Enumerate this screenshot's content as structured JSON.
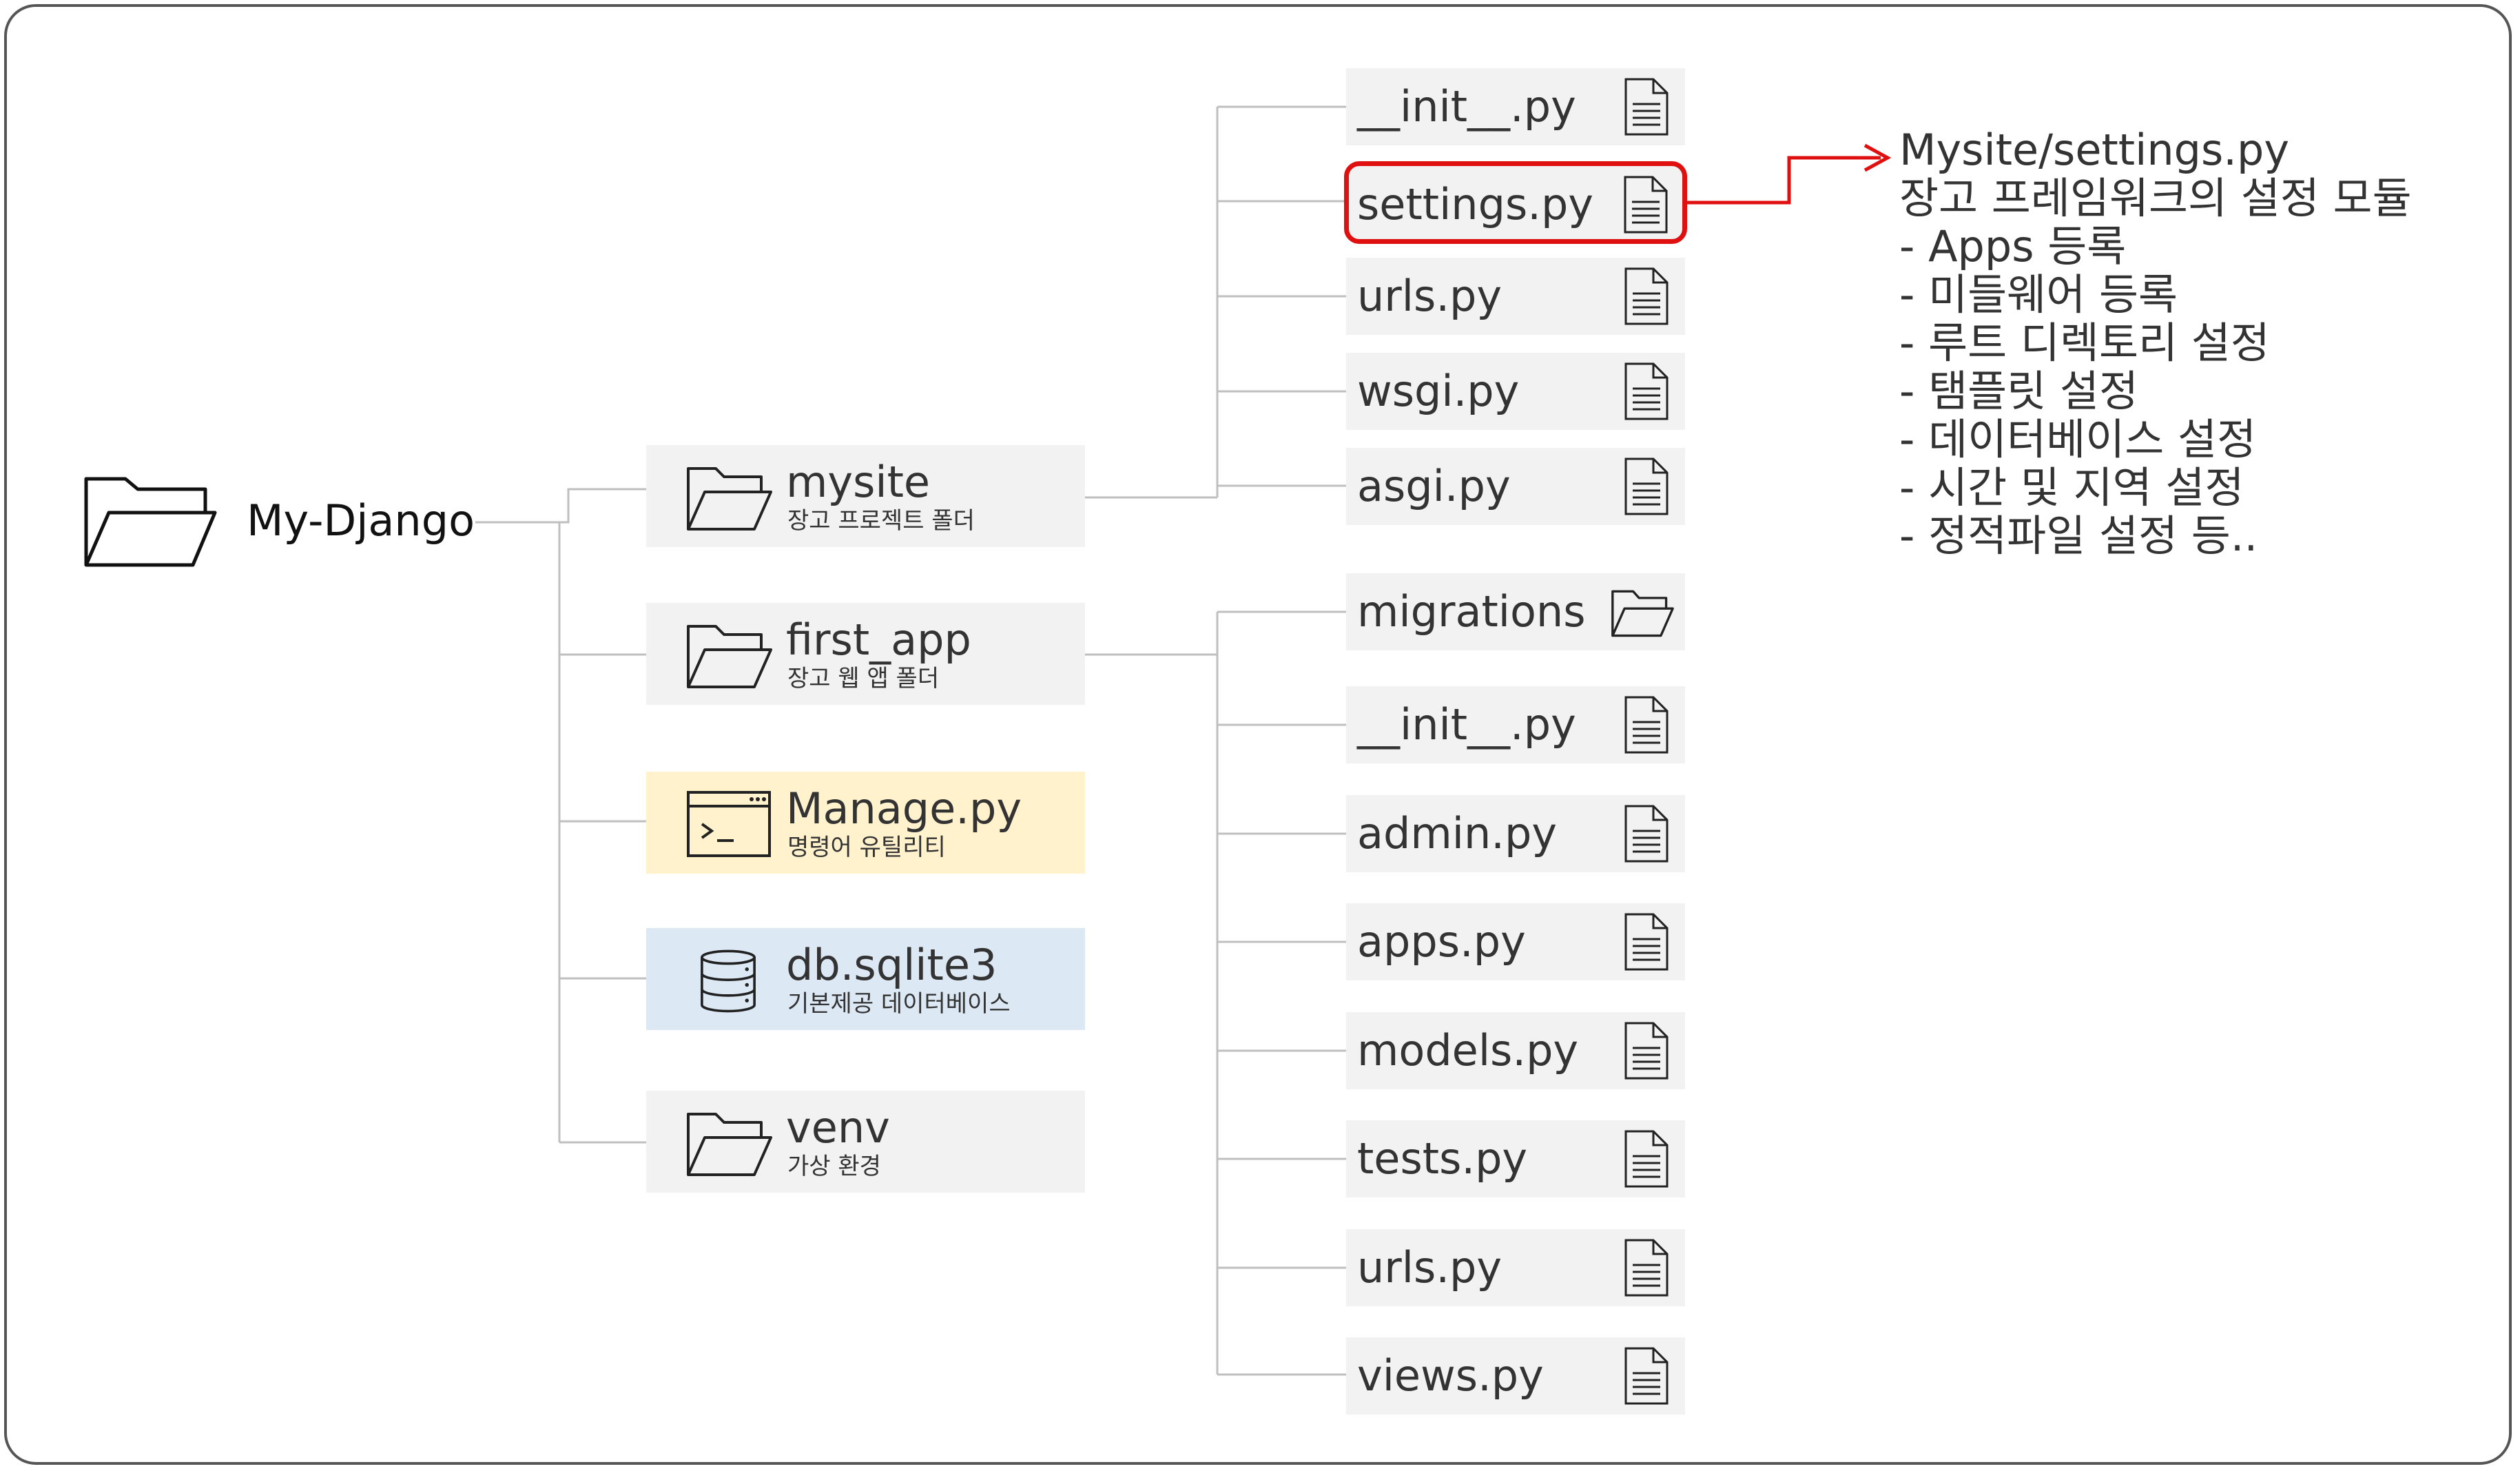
{
  "root": {
    "label": "My-Django",
    "icon": "folder-open-icon"
  },
  "folders": [
    {
      "id": "mysite",
      "name": "mysite",
      "sub": "장고 프로젝트 폴더",
      "icon": "folder-open-icon"
    },
    {
      "id": "first_app",
      "name": "first_app",
      "sub": "장고 웹 앱 폴더",
      "icon": "folder-open-icon"
    },
    {
      "id": "manage",
      "name": "Manage.py",
      "sub": "명령어 유틸리티",
      "icon": "terminal-icon",
      "color": "#fff2cc"
    },
    {
      "id": "db",
      "name": "db.sqlite3",
      "sub": "기본제공 데이터베이스",
      "icon": "database-icon",
      "color": "#dce9f5"
    },
    {
      "id": "venv",
      "name": "venv",
      "sub": "가상 환경",
      "icon": "folder-open-icon"
    }
  ],
  "mysite_files": [
    {
      "name": "__init__.py",
      "icon": "file-icon"
    },
    {
      "name": "settings.py",
      "icon": "file-icon",
      "highlight": true
    },
    {
      "name": "urls.py",
      "icon": "file-icon"
    },
    {
      "name": "wsgi.py",
      "icon": "file-icon"
    },
    {
      "name": "asgi.py",
      "icon": "file-icon"
    }
  ],
  "first_app_files": [
    {
      "name": "migrations",
      "icon": "folder-open-icon"
    },
    {
      "name": "__init__.py",
      "icon": "file-icon"
    },
    {
      "name": "admin.py",
      "icon": "file-icon"
    },
    {
      "name": "apps.py",
      "icon": "file-icon"
    },
    {
      "name": "models.py",
      "icon": "file-icon"
    },
    {
      "name": "tests.py",
      "icon": "file-icon"
    },
    {
      "name": "urls.py",
      "icon": "file-icon"
    },
    {
      "name": "views.py",
      "icon": "file-icon"
    }
  ],
  "note": {
    "title": "Mysite/settings.py",
    "subtitle": "장고 프레임워크의 설정 모듈",
    "items": [
      "- Apps 등록",
      "- 미들웨어 등록",
      "- 루트 디렉토리 설정",
      "- 탬플릿 설정",
      "- 데이터베이스 설정",
      "- 시간 및 지역 설정",
      "- 정적파일 설정 등.."
    ]
  },
  "colors": {
    "highlight": "#e01010",
    "box": "#f2f2f2",
    "manage": "#fff2cc",
    "db": "#dce9f5",
    "connector": "#bfbfbf"
  }
}
